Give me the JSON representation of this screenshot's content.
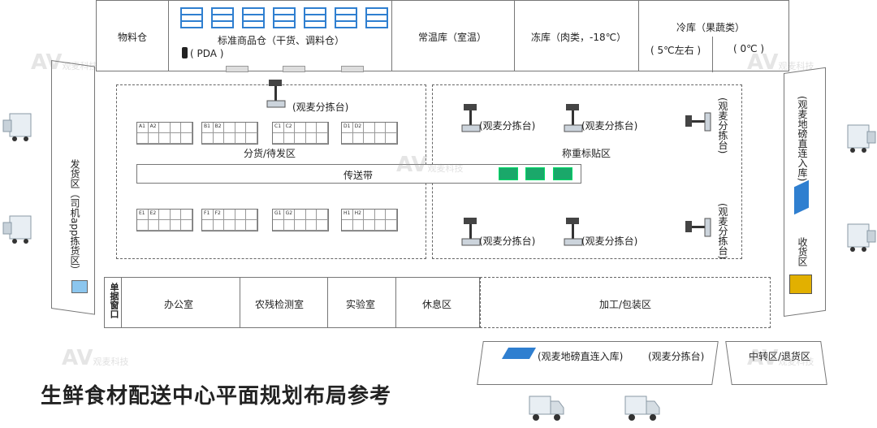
{
  "top": {
    "material": "物料仓",
    "standard": "标准商品仓（干货、调料仓）",
    "pda": "( PDA )",
    "normal": "常温库（室温）",
    "frozen": "冻库（肉类，-18℃）",
    "cold": "冷库（果蔬类）",
    "cold_a": "( 5℃左右 )",
    "cold_b": "( 0℃ )"
  },
  "left": {
    "shipping": "发货区（司机app拣货区）"
  },
  "right": {
    "receiving": "收货区",
    "scale_in": "(观麦地磅直连入库)"
  },
  "hall": {
    "station": "(观麦分拣台)",
    "dispatch": "分货/待发区",
    "conveyor": "传送带",
    "weigh": "称重标贴区",
    "rack_top": [
      "A1",
      "A2",
      "B1",
      "B2",
      "C1",
      "C2",
      "D1",
      "D2"
    ],
    "rack_bottom": [
      "E1",
      "E2",
      "F1",
      "F2",
      "G1",
      "G2",
      "H1",
      "H2"
    ],
    "side_station": "(观麦分拣台)"
  },
  "bottom_row": {
    "receipt": "单据窗口",
    "office": "办公室",
    "residue": "农残检测室",
    "lab": "实验室",
    "rest": "休息区",
    "process": "加工/包装区"
  },
  "dock": {
    "scale_in": "(观麦地磅直连入库)",
    "station": "(观麦分拣台)",
    "transfer": "中转区/退货区"
  },
  "title": "生鲜食材配送中心平面规划布局参考",
  "watermark": "观麦科技",
  "colors": {
    "shelf": "#2f7fd0",
    "bin": "#1aa86a",
    "truck": "#e8eef3"
  }
}
